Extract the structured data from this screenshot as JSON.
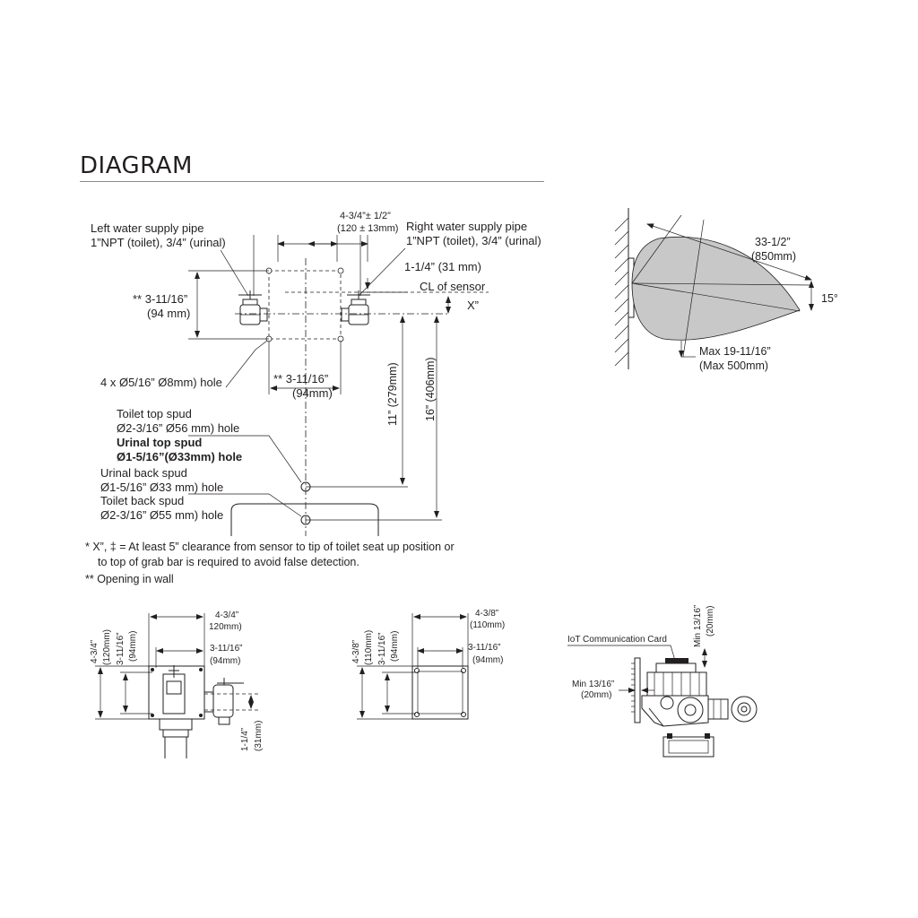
{
  "title": "DIAGRAM",
  "top_plan": {
    "left_pipe_label_1": "Left water supply pipe",
    "left_pipe_label_2": "1”NPT (toilet), 3/4” (urinal)",
    "right_pipe_label_1": "Right water supply pipe",
    "right_pipe_label_2": "1”NPT (toilet), 3/4” (urinal)",
    "pipe_spacing_1": "4-3/4”± 1/2”",
    "pipe_spacing_2": "(120 ± 13mm)",
    "offset_label": "1-1/4” (31 mm)",
    "sensor_cl_label": "CL of sensor",
    "x_label": "X”",
    "opening_height_1": "** 3-11/16”",
    "opening_height_2": "(94 mm)",
    "opening_width_1": "** 3-11/16”",
    "opening_width_2": "(94mm)",
    "holes_label": "4 x Ø5/16” Ø8mm) hole",
    "dim_11": "11” (279mm)",
    "dim_16": "16” (406mm)",
    "toilet_top_spud_1": "Toilet top spud",
    "toilet_top_spud_2": "Ø2-3/16” Ø56 mm) hole",
    "urinal_top_spud_1": "Urinal top spud",
    "urinal_top_spud_2": "Ø1-5/16”(Ø33mm) hole",
    "urinal_back_spud_1": "Urinal back spud",
    "urinal_back_spud_2": "Ø1-5/16” Ø33 mm) hole",
    "toilet_back_spud_1": "Toilet back spud",
    "toilet_back_spud_2": "Ø2-3/16” Ø55 mm) hole"
  },
  "sensor_range": {
    "range_1": "33-1/2”",
    "range_2": "(850mm)",
    "angle": "15°",
    "max_1": "Max 19-11/16”",
    "max_2": "(Max 500mm)"
  },
  "notes": {
    "line1": "*  X”, ‡ = At least 5” clearance from sensor to tip of toilet seat up position or",
    "line2": "to top of grab bar is required to avoid false detection.",
    "line3": "** Opening in wall"
  },
  "front_view_a": {
    "w1": "4-3/4”",
    "w1mm": "120mm)",
    "w2": "3-11/16”",
    "w2mm": "(94mm)",
    "h1": "4-3/4”",
    "h1mm": "(120mm)",
    "h2": "3-11/16”",
    "h2mm": "(94mm)",
    "side": "1-1/4”",
    "side_mm": "(31mm)"
  },
  "front_view_b": {
    "w1": "4-3/8”",
    "w1mm": "(110mm)",
    "w2": "3-11/16”",
    "w2mm": "(94mm)",
    "h1": "4-3/8”",
    "h1mm": "(110mm)",
    "h2": "3-11/16”",
    "h2mm": "(94mm)"
  },
  "side_view": {
    "card_label": "IoT Communication Card",
    "min_top": "Min 13/16”",
    "min_top_mm": "(20mm)",
    "min_left": "Min 13/16”",
    "min_left_mm": "(20mm)"
  }
}
